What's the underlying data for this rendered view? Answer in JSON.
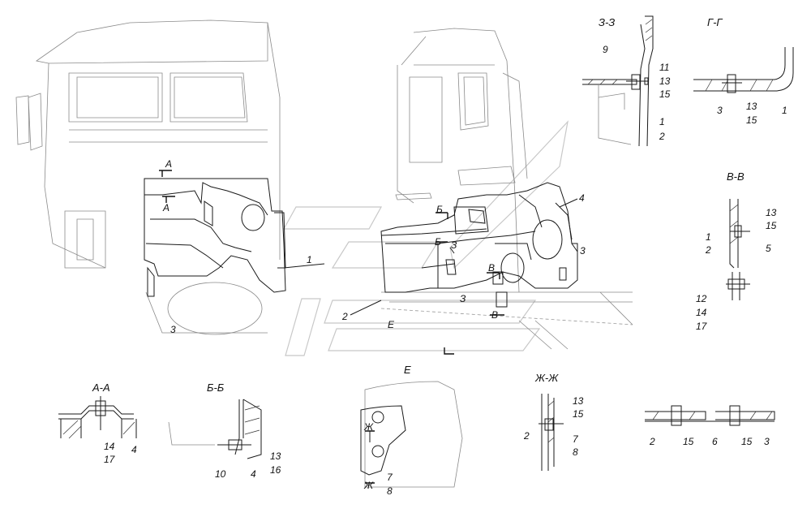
{
  "sections": {
    "zz": "З-З",
    "gg": "Г-Г",
    "vv": "В-В",
    "aa": "А-А",
    "bb": "Б-Б",
    "e": "Е",
    "jj": "Ж-Ж"
  },
  "main_view": {
    "A_top": "А",
    "A_bottom": "А",
    "B1": "Б",
    "B2": "Б",
    "V1": "В",
    "V2": "В",
    "Z1": "З",
    "Z2": "З",
    "E": "Е",
    "n1": "1",
    "n2": "2",
    "n3_left": "3",
    "n3_right": "3",
    "n4": "4"
  },
  "zz_labels": {
    "n9": "9",
    "n11": "11",
    "n13": "13",
    "n15": "15",
    "n1": "1",
    "n2": "2"
  },
  "gg_labels": {
    "n3": "3",
    "n13": "13",
    "n15": "15",
    "n1": "1"
  },
  "vv_labels": {
    "n13": "13",
    "n15": "15",
    "n1": "1",
    "n2": "2",
    "n5": "5",
    "n12": "12",
    "n14": "14",
    "n17": "17"
  },
  "aa_labels": {
    "n14": "14",
    "n17": "17",
    "n4": "4"
  },
  "bb_labels": {
    "n10": "10",
    "n4": "4",
    "n13": "13",
    "n16": "16"
  },
  "e_labels": {
    "Zh1": "Ж",
    "Zh2": "Ж",
    "n7": "7",
    "n8": "8"
  },
  "jj_labels": {
    "n13": "13",
    "n15": "15",
    "n2": "2",
    "n7": "7",
    "n8": "8"
  },
  "bottom_right_labels": {
    "n2": "2",
    "n15a": "15",
    "n6": "6",
    "n15b": "15",
    "n3": "3"
  }
}
